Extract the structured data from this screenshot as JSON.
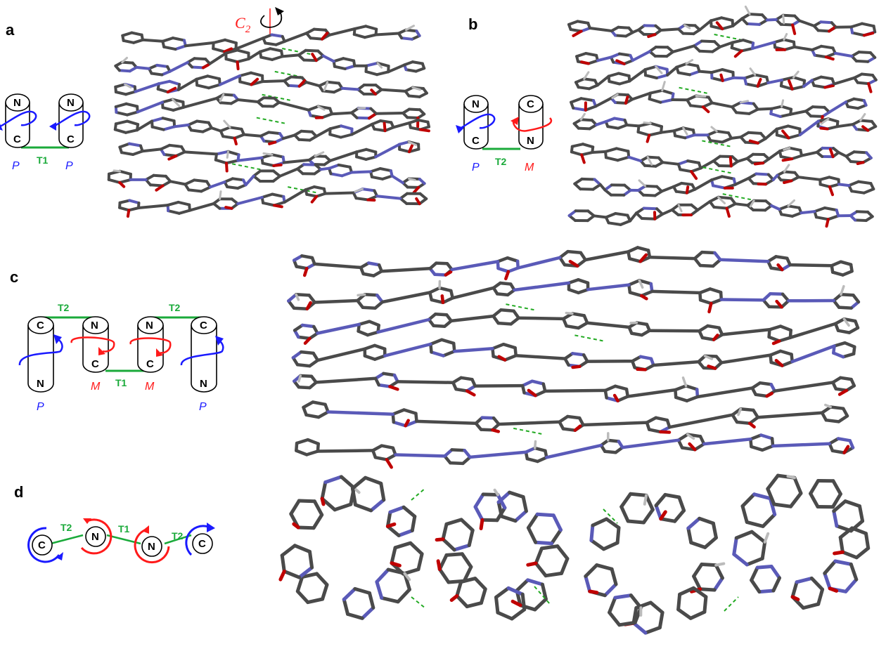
{
  "colors": {
    "P": "#1a1aff",
    "M": "#ff1a1a",
    "tether": "#1aaa3a",
    "carbon": "#4a4a4a",
    "nitrogen": "#5a5ab8",
    "oxygen": "#c00000",
    "hydrogen": "#bbbbbb",
    "hbond": "#22aa22"
  },
  "panels": {
    "a": {
      "letter": "a",
      "axis": {
        "symbol": "C",
        "subscript": "2"
      },
      "cylinders": [
        {
          "top": "N",
          "bottom": "C",
          "helicity": "P"
        },
        {
          "top": "N",
          "bottom": "C",
          "helicity": "P"
        }
      ],
      "tether": "T1"
    },
    "b": {
      "letter": "b",
      "cylinders": [
        {
          "top": "N",
          "bottom": "C",
          "helicity": "P"
        },
        {
          "top": "C",
          "bottom": "N",
          "helicity": "M"
        }
      ],
      "tether": "T2"
    },
    "c": {
      "letter": "c",
      "cylinders": [
        {
          "top": "C",
          "bottom": "N",
          "helicity": "P"
        },
        {
          "top": "N",
          "bottom": "C",
          "helicity": "M"
        },
        {
          "top": "N",
          "bottom": "C",
          "helicity": "M"
        },
        {
          "top": "C",
          "bottom": "N",
          "helicity": "P"
        }
      ],
      "tethers": [
        "T2",
        "T1",
        "T2"
      ]
    },
    "d": {
      "letter": "d",
      "circles": [
        "C",
        "N",
        "N",
        "C"
      ],
      "tethers": [
        "T2",
        "T1",
        "T2"
      ]
    }
  }
}
